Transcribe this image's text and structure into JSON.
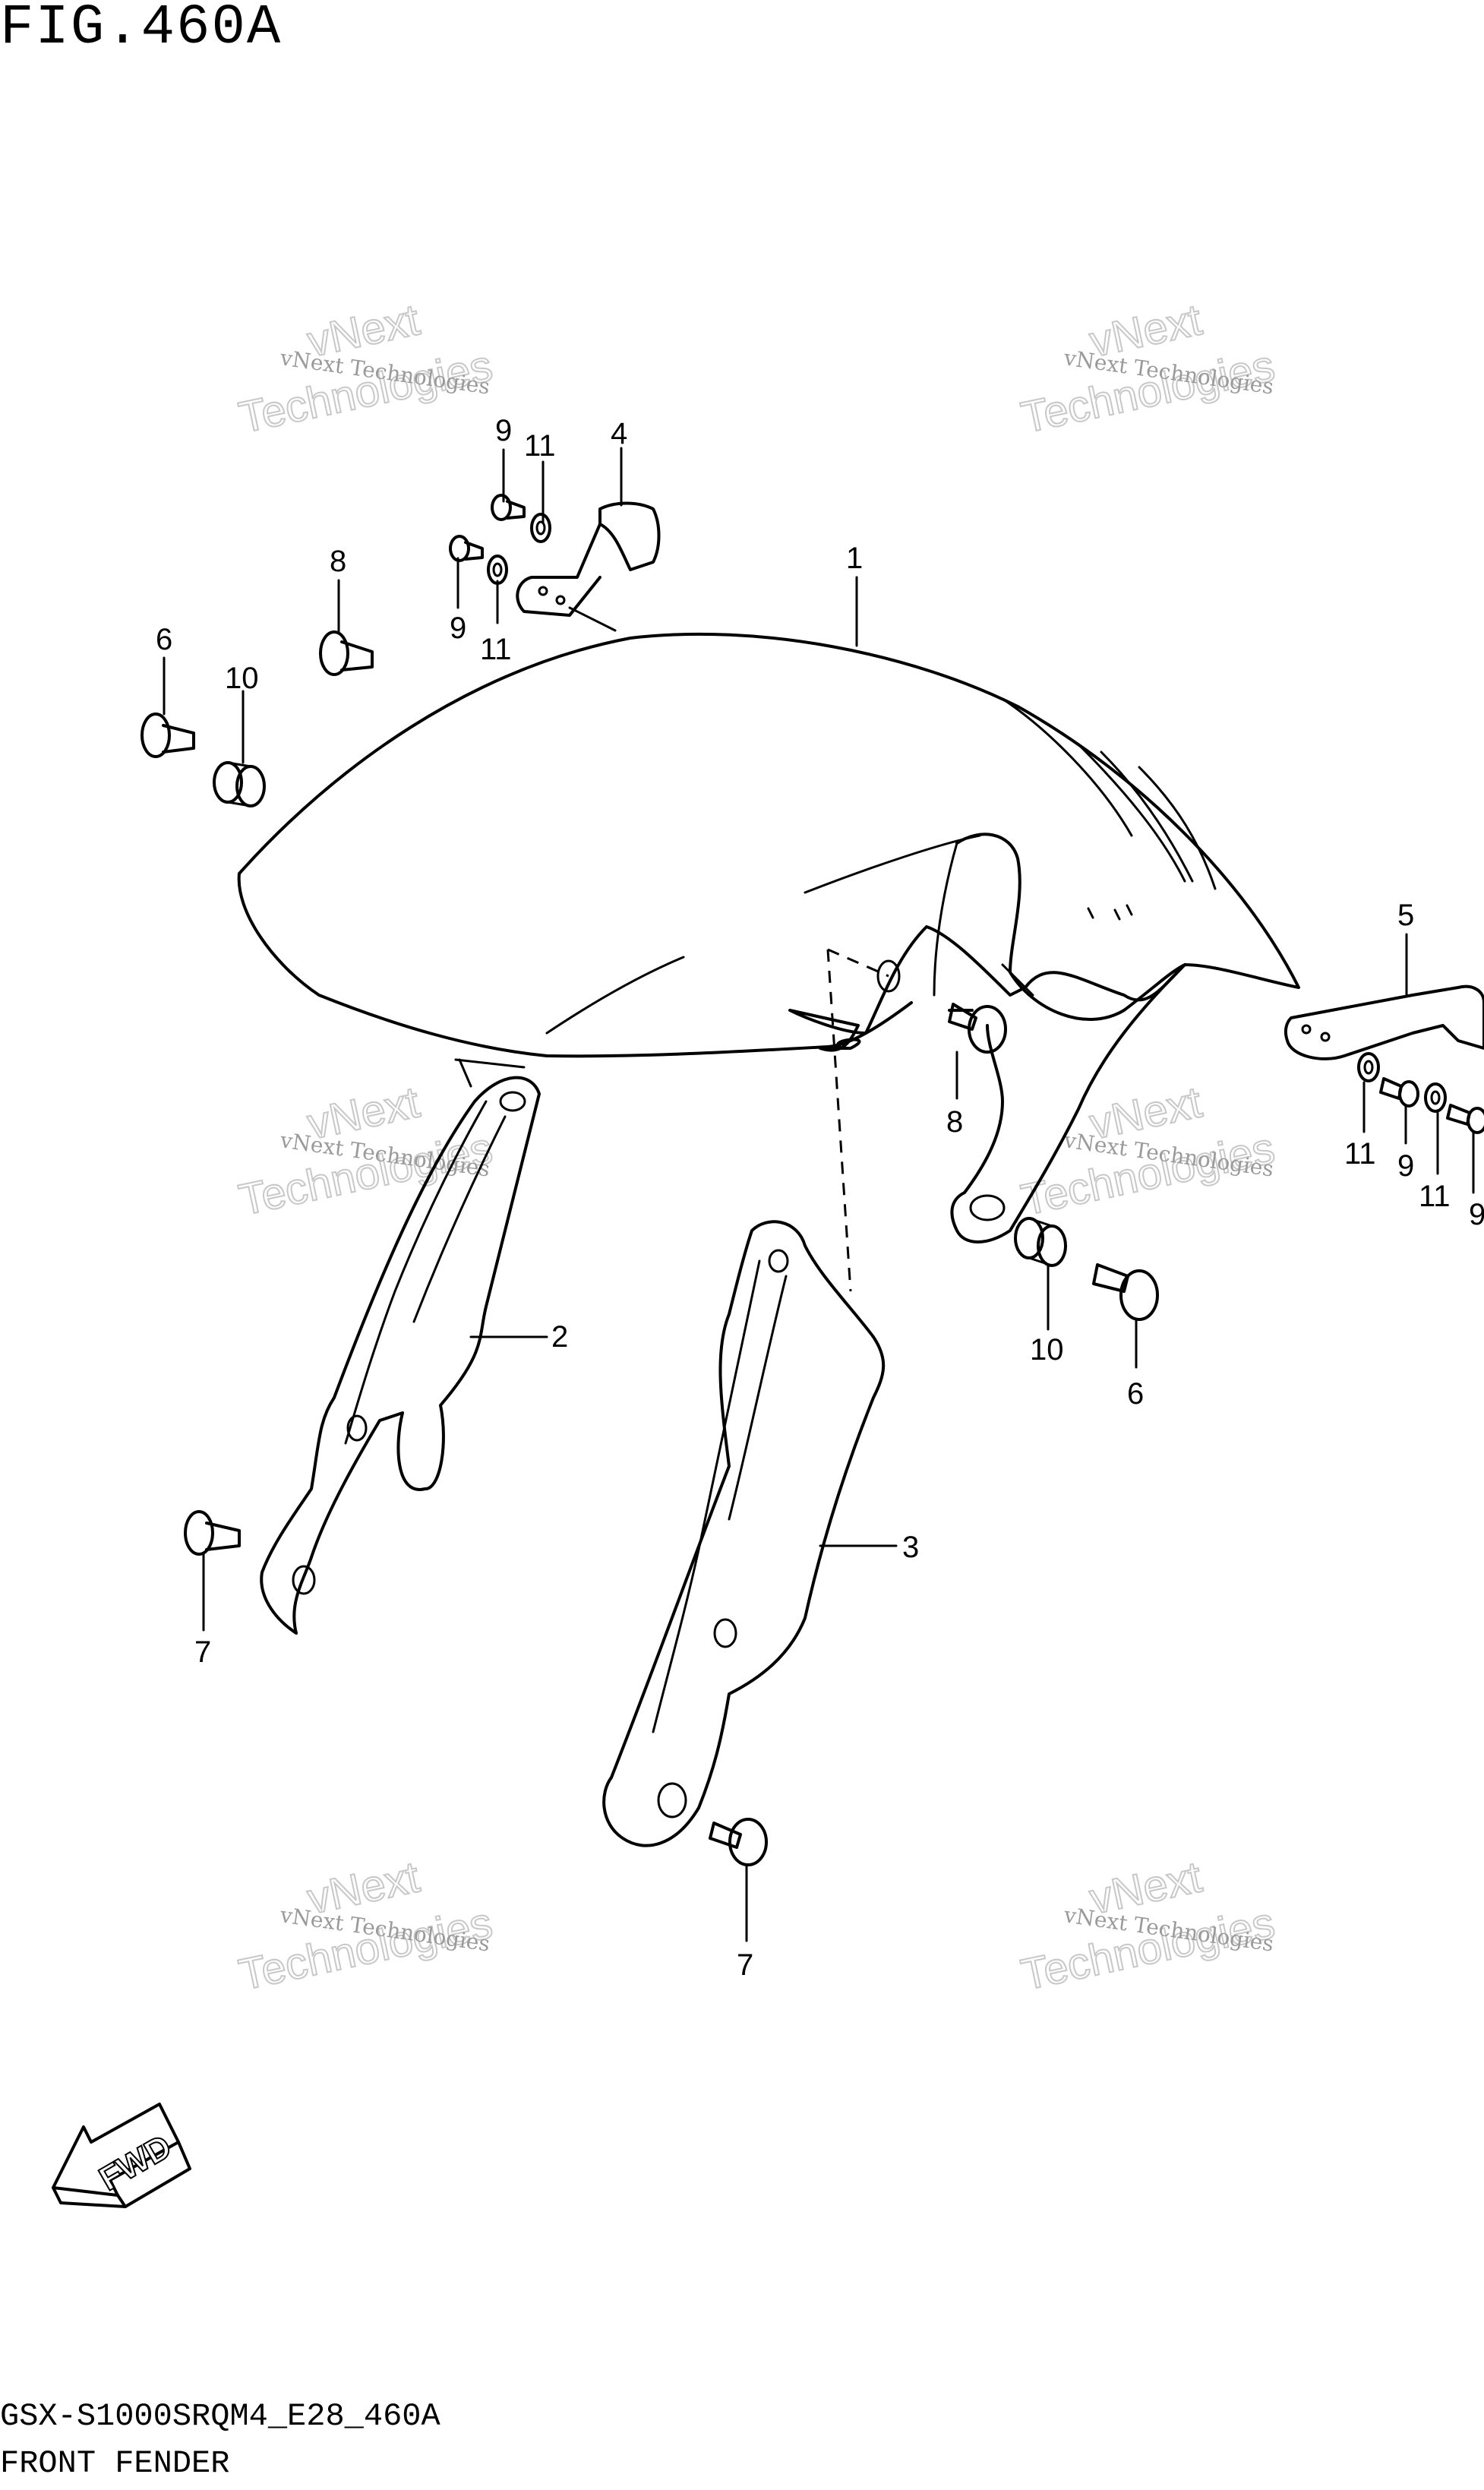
{
  "figure_title": "FIG.460A",
  "model_code": "GSX-S1000SRQM4_E28_460A",
  "section_name": "FRONT FENDER",
  "watermark": {
    "line1": "vNext Technologies",
    "line2": "Technologies",
    "line3": "vNext"
  },
  "fwd_label": "FWD",
  "callouts": [
    "1",
    "2",
    "3",
    "4",
    "5",
    "6",
    "6",
    "7",
    "7",
    "8",
    "8",
    "9",
    "9",
    "9",
    "9",
    "10",
    "10",
    "11",
    "11",
    "11",
    "11"
  ]
}
